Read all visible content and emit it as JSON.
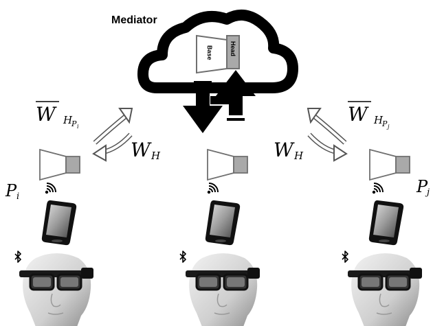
{
  "mediator": {
    "title": "Mediator",
    "model_base_label": "Base",
    "model_head_label": "Head"
  },
  "left_client": {
    "participant": "P",
    "participant_sub": "i",
    "upload_label_main": "W",
    "upload_label_sub": "H",
    "upload_label_subsub": "i",
    "download_label_main": "W",
    "download_label_sub": "H"
  },
  "right_client": {
    "participant": "P",
    "participant_sub": "j",
    "upload_label_main": "W",
    "upload_label_sub": "H",
    "upload_label_subsub": "j",
    "download_label_main": "W",
    "download_label_sub": "H"
  },
  "colors": {
    "cloud_stroke": "#000000",
    "head_fill": "#a9a9a9",
    "base_fill": "#ffffff",
    "model_stroke": "#6f6f6f"
  },
  "icons": [
    "cloud-icon",
    "arrow-down-icon",
    "arrow-up-icon",
    "swirl-arrows-icon",
    "wifi-icon",
    "smartphone-icon",
    "bluetooth-icon",
    "smart-glasses-head-icon"
  ]
}
